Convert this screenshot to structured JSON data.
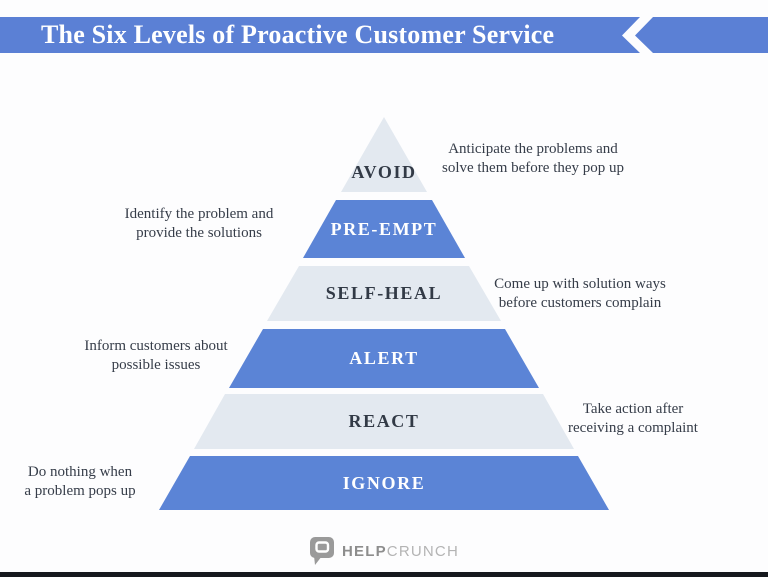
{
  "header": {
    "title": "The Six Levels of Proactive Customer Service"
  },
  "pyramid": {
    "levels": [
      {
        "label": "AVOID",
        "side": "right",
        "color": "light",
        "desc_line1": "Anticipate the problems and",
        "desc_line2": "solve them before they pop up"
      },
      {
        "label": "PRE-EMPT",
        "side": "left",
        "color": "blue",
        "desc_line1": "Identify the problem and",
        "desc_line2": "provide the solutions"
      },
      {
        "label": "SELF-HEAL",
        "side": "right",
        "color": "light",
        "desc_line1": "Come up with solution ways",
        "desc_line2": "before customers complain"
      },
      {
        "label": "ALERT",
        "side": "left",
        "color": "blue",
        "desc_line1": "Inform customers about",
        "desc_line2": "possible issues"
      },
      {
        "label": "REACT",
        "side": "right",
        "color": "light",
        "desc_line1": "Take action after",
        "desc_line2": "receiving a complaint"
      },
      {
        "label": "IGNORE",
        "side": "left",
        "color": "blue",
        "desc_line1": "Do nothing when",
        "desc_line2": "a problem pops up"
      }
    ]
  },
  "footer": {
    "brand_bold": "HELP",
    "brand_light": "CRUNCH",
    "logo_icon": "speech-bubble-icon"
  },
  "colors": {
    "banner_blue": "#5b80d5",
    "band_blue": "#5b84d6",
    "band_light": "#e3e9f0",
    "label_dark": "#323a46",
    "text_dark": "#363d49",
    "footer_bar": "#16181d",
    "logo_gray": "#9a9a9a"
  }
}
